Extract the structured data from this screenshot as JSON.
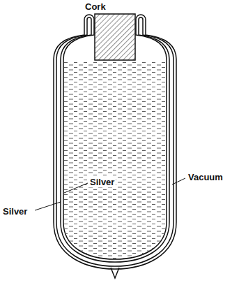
{
  "diagram": {
    "labels": [
      "Cork",
      "Silver",
      "Vacuum",
      "Silver"
    ]
  }
}
